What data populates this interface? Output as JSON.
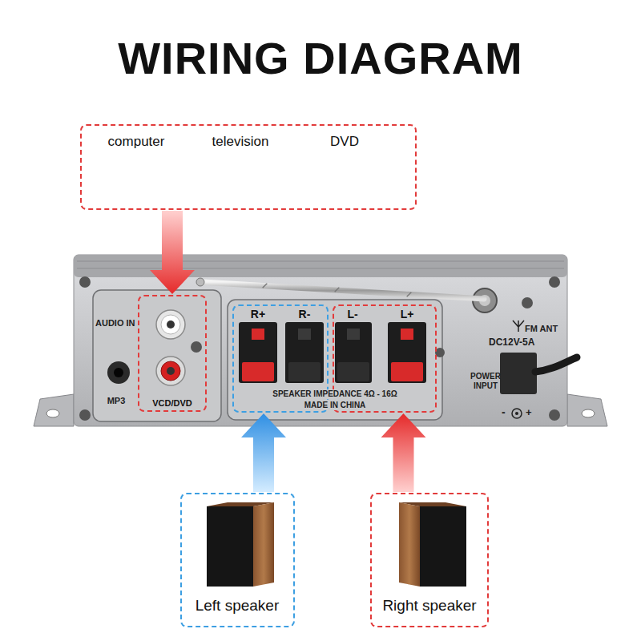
{
  "diagram": {
    "title": "WIRING DIAGRAM",
    "nodes": [
      {
        "text": [
          "computer",
          "television",
          "DVD"
        ]
      },
      {
        "text": [
          "VCD/DVD"
        ]
      },
      {
        "text": [
          "R+",
          "R-"
        ]
      },
      {
        "text": [
          "L-",
          "L+"
        ]
      },
      {
        "text": [
          "Left speaker"
        ]
      },
      {
        "text": [
          "Right speaker"
        ]
      }
    ],
    "edges": [
      {
        "from": 0,
        "to": 1,
        "arrow": "to"
      },
      {
        "from": 4,
        "to": 2,
        "arrow": "to"
      },
      {
        "from": 5,
        "to": 3,
        "arrow": "to"
      }
    ],
    "labels": [
      "AUDIO IN",
      "MP3",
      "SPEAKER IMPEDANCE 4Ω - 16Ω",
      "MADE IN CHINA",
      "FM ANT",
      "DC12V-5A",
      "POWER INPUT",
      "-",
      "+"
    ]
  }
}
